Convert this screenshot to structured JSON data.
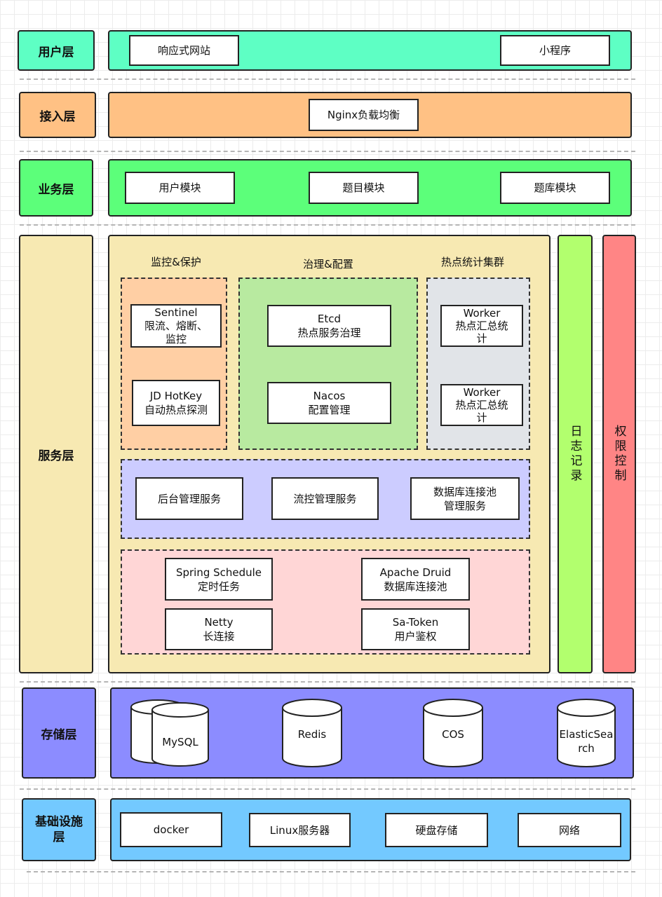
{
  "layers": {
    "user": {
      "label": "用户层",
      "items": [
        "响应式网站",
        "小程序"
      ]
    },
    "access": {
      "label": "接入层",
      "items": [
        "Nginx负载均衡"
      ]
    },
    "business": {
      "label": "业务层",
      "items": [
        "用户模块",
        "题目模块",
        "题库模块"
      ]
    },
    "service": {
      "label": "服务层",
      "groups": {
        "monitor": {
          "title": "监控&保护",
          "nodes": [
            {
              "line1": "Sentinel",
              "line2": "限流、熔断、",
              "line3": "监控"
            },
            {
              "line1": "JD HotKey",
              "line2": "自动热点探测"
            }
          ]
        },
        "governance": {
          "title": "治理&配置",
          "nodes": [
            {
              "line1": "Etcd",
              "line2": "热点服务治理"
            },
            {
              "line1": "Nacos",
              "line2": "配置管理"
            }
          ]
        },
        "hotspot": {
          "title": "热点统计集群",
          "nodes": [
            {
              "line1": "Worker",
              "line2": "热点汇总统",
              "line3": "计"
            },
            {
              "line1": "Worker",
              "line2": "热点汇总统",
              "line3": "计"
            }
          ]
        }
      },
      "management": [
        {
          "line1": "后台管理服务"
        },
        {
          "line1": "流控管理服务"
        },
        {
          "line1": "数据库连接池",
          "line2": "管理服务"
        }
      ],
      "components": [
        {
          "line1": "Spring Schedule",
          "line2": "定时任务"
        },
        {
          "line1": "Apache Druid",
          "line2": "数据库连接池"
        },
        {
          "line1": "Netty",
          "line2": "长连接"
        },
        {
          "line1": "Sa-Token",
          "line2": "用户鉴权"
        }
      ],
      "side": {
        "logging": "日志记录",
        "permission": "权限控制"
      }
    },
    "storage": {
      "label": "存储层",
      "items": [
        {
          "line1": "MySQL"
        },
        {
          "line1": "Redis"
        },
        {
          "line1": "COS"
        },
        {
          "line1": "ElasticSea",
          "line2": "rch"
        }
      ]
    },
    "infra": {
      "label1": "基础设施",
      "label2": "层",
      "items": [
        "docker",
        "Linux服务器",
        "硬盘存储",
        "网络"
      ]
    }
  },
  "colors": {
    "user": "#5effc4",
    "access": "#ffc184",
    "business": "#5cff7a",
    "service": "#f7e9b2",
    "monitor": "#ffcfa4",
    "governance": "#b8eaa0",
    "hotspot": "#e1e4e8",
    "management": "#ccccff",
    "components": "#ffd6d6",
    "logging": "#b2ff6e",
    "permission": "#ff8585",
    "storage": "#8c8cff",
    "infra": "#73c9ff"
  }
}
